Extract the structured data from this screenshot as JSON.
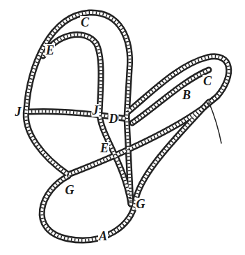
{
  "diagram": {
    "labels": [
      "C",
      "E",
      "J",
      "J",
      "D",
      "C",
      "B",
      "E",
      "G",
      "G",
      "A"
    ]
  }
}
